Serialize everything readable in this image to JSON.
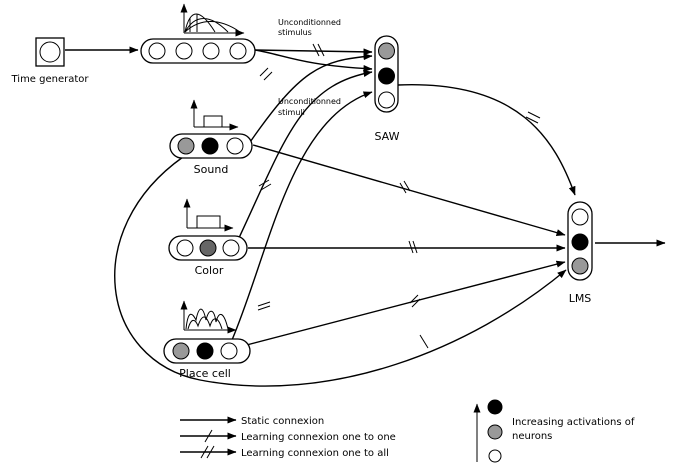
{
  "nodes": {
    "time_generator": "Time generator",
    "sound": "Sound",
    "color": "Color",
    "place_cell": "Place cell",
    "saw": "SAW",
    "lms": "LMS"
  },
  "annotations": {
    "unconditioned_stimulus": "Unconditionned stimulus",
    "unconditioned_stimuli": "Unconditionned stimuli"
  },
  "legend": {
    "static": "Static connexion",
    "one_to_one": "Learning connexion one to one",
    "one_to_all": "Learning connexion one to all",
    "activation": "Increasing activations of neurons"
  },
  "colors": {
    "high": "#000000",
    "mid": "#666666",
    "low": "#999999",
    "none": "#ffffff"
  }
}
